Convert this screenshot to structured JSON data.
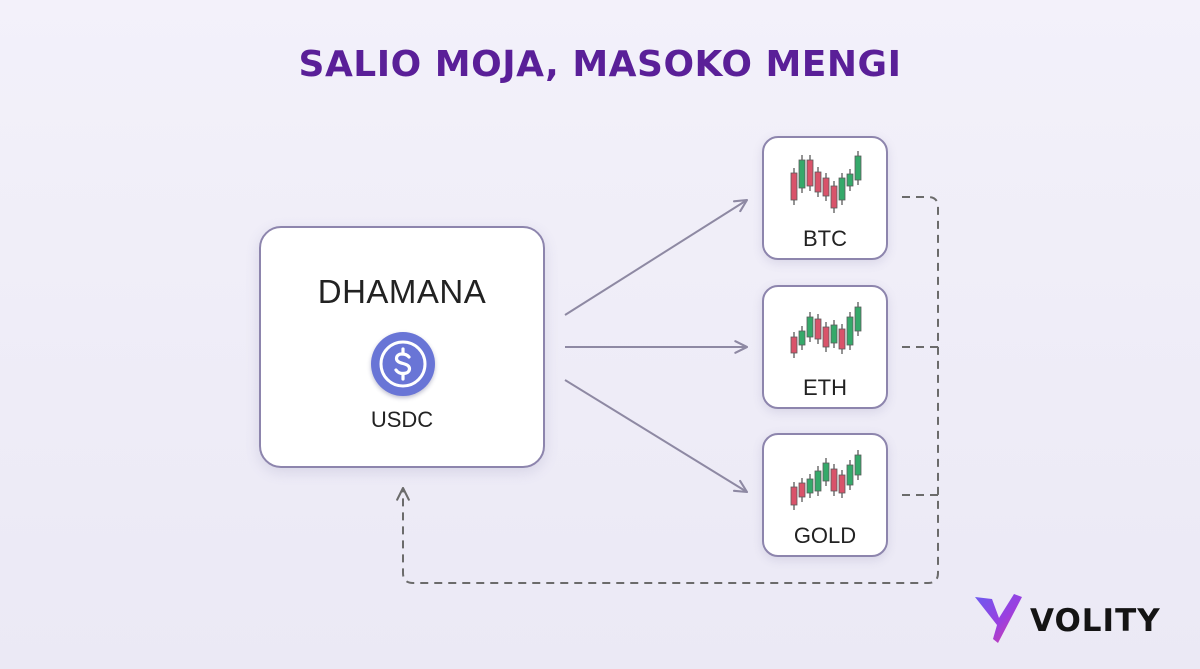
{
  "title": "SALIO MOJA, MASOKO MENGI",
  "collateral": {
    "label": "DHAMANA",
    "coin_icon": "usdc-dollar-icon",
    "coin_label": "USDC"
  },
  "markets": [
    {
      "label": "BTC",
      "icon": "candlestick-chart-icon"
    },
    {
      "label": "ETH",
      "icon": "candlestick-chart-icon"
    },
    {
      "label": "GOLD",
      "icon": "candlestick-chart-icon"
    }
  ],
  "brand": {
    "name": "VOLITY",
    "icon": "volity-logo-icon"
  },
  "colors": {
    "title": "#5a1f98",
    "coin": "#6975d6",
    "candle_up": "#35a96a",
    "candle_down": "#d9536a",
    "arrow": "#8e89a3",
    "dashed": "#6b6b6b"
  }
}
